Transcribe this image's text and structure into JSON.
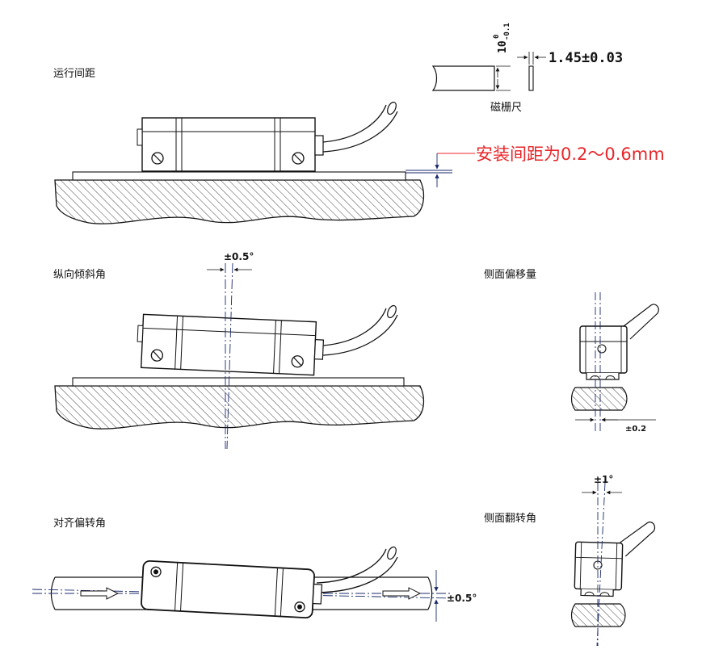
{
  "colors": {
    "line": "#111111",
    "callout": "#e8262a",
    "dim": "#1b2a6b",
    "hatch": "#333333"
  },
  "sections": {
    "gap": {
      "title": "运行间距",
      "callout": "安装间距为0.2～0.6mm"
    },
    "scale": {
      "label": "磁栅尺",
      "height_main": "10",
      "height_upper_tol": "0",
      "height_lower_tol": "-0.1",
      "thickness": "1.45±0.03"
    },
    "pitch": {
      "title": "纵向倾斜角",
      "tolerance": "±0.5°"
    },
    "side_offset": {
      "title": "侧面偏移量",
      "tolerance": "±0.2"
    },
    "yaw": {
      "title": "对齐偏转角",
      "tolerance": "±0.5°"
    },
    "roll": {
      "title": "侧面翻转角",
      "tolerance": "±1°"
    }
  }
}
